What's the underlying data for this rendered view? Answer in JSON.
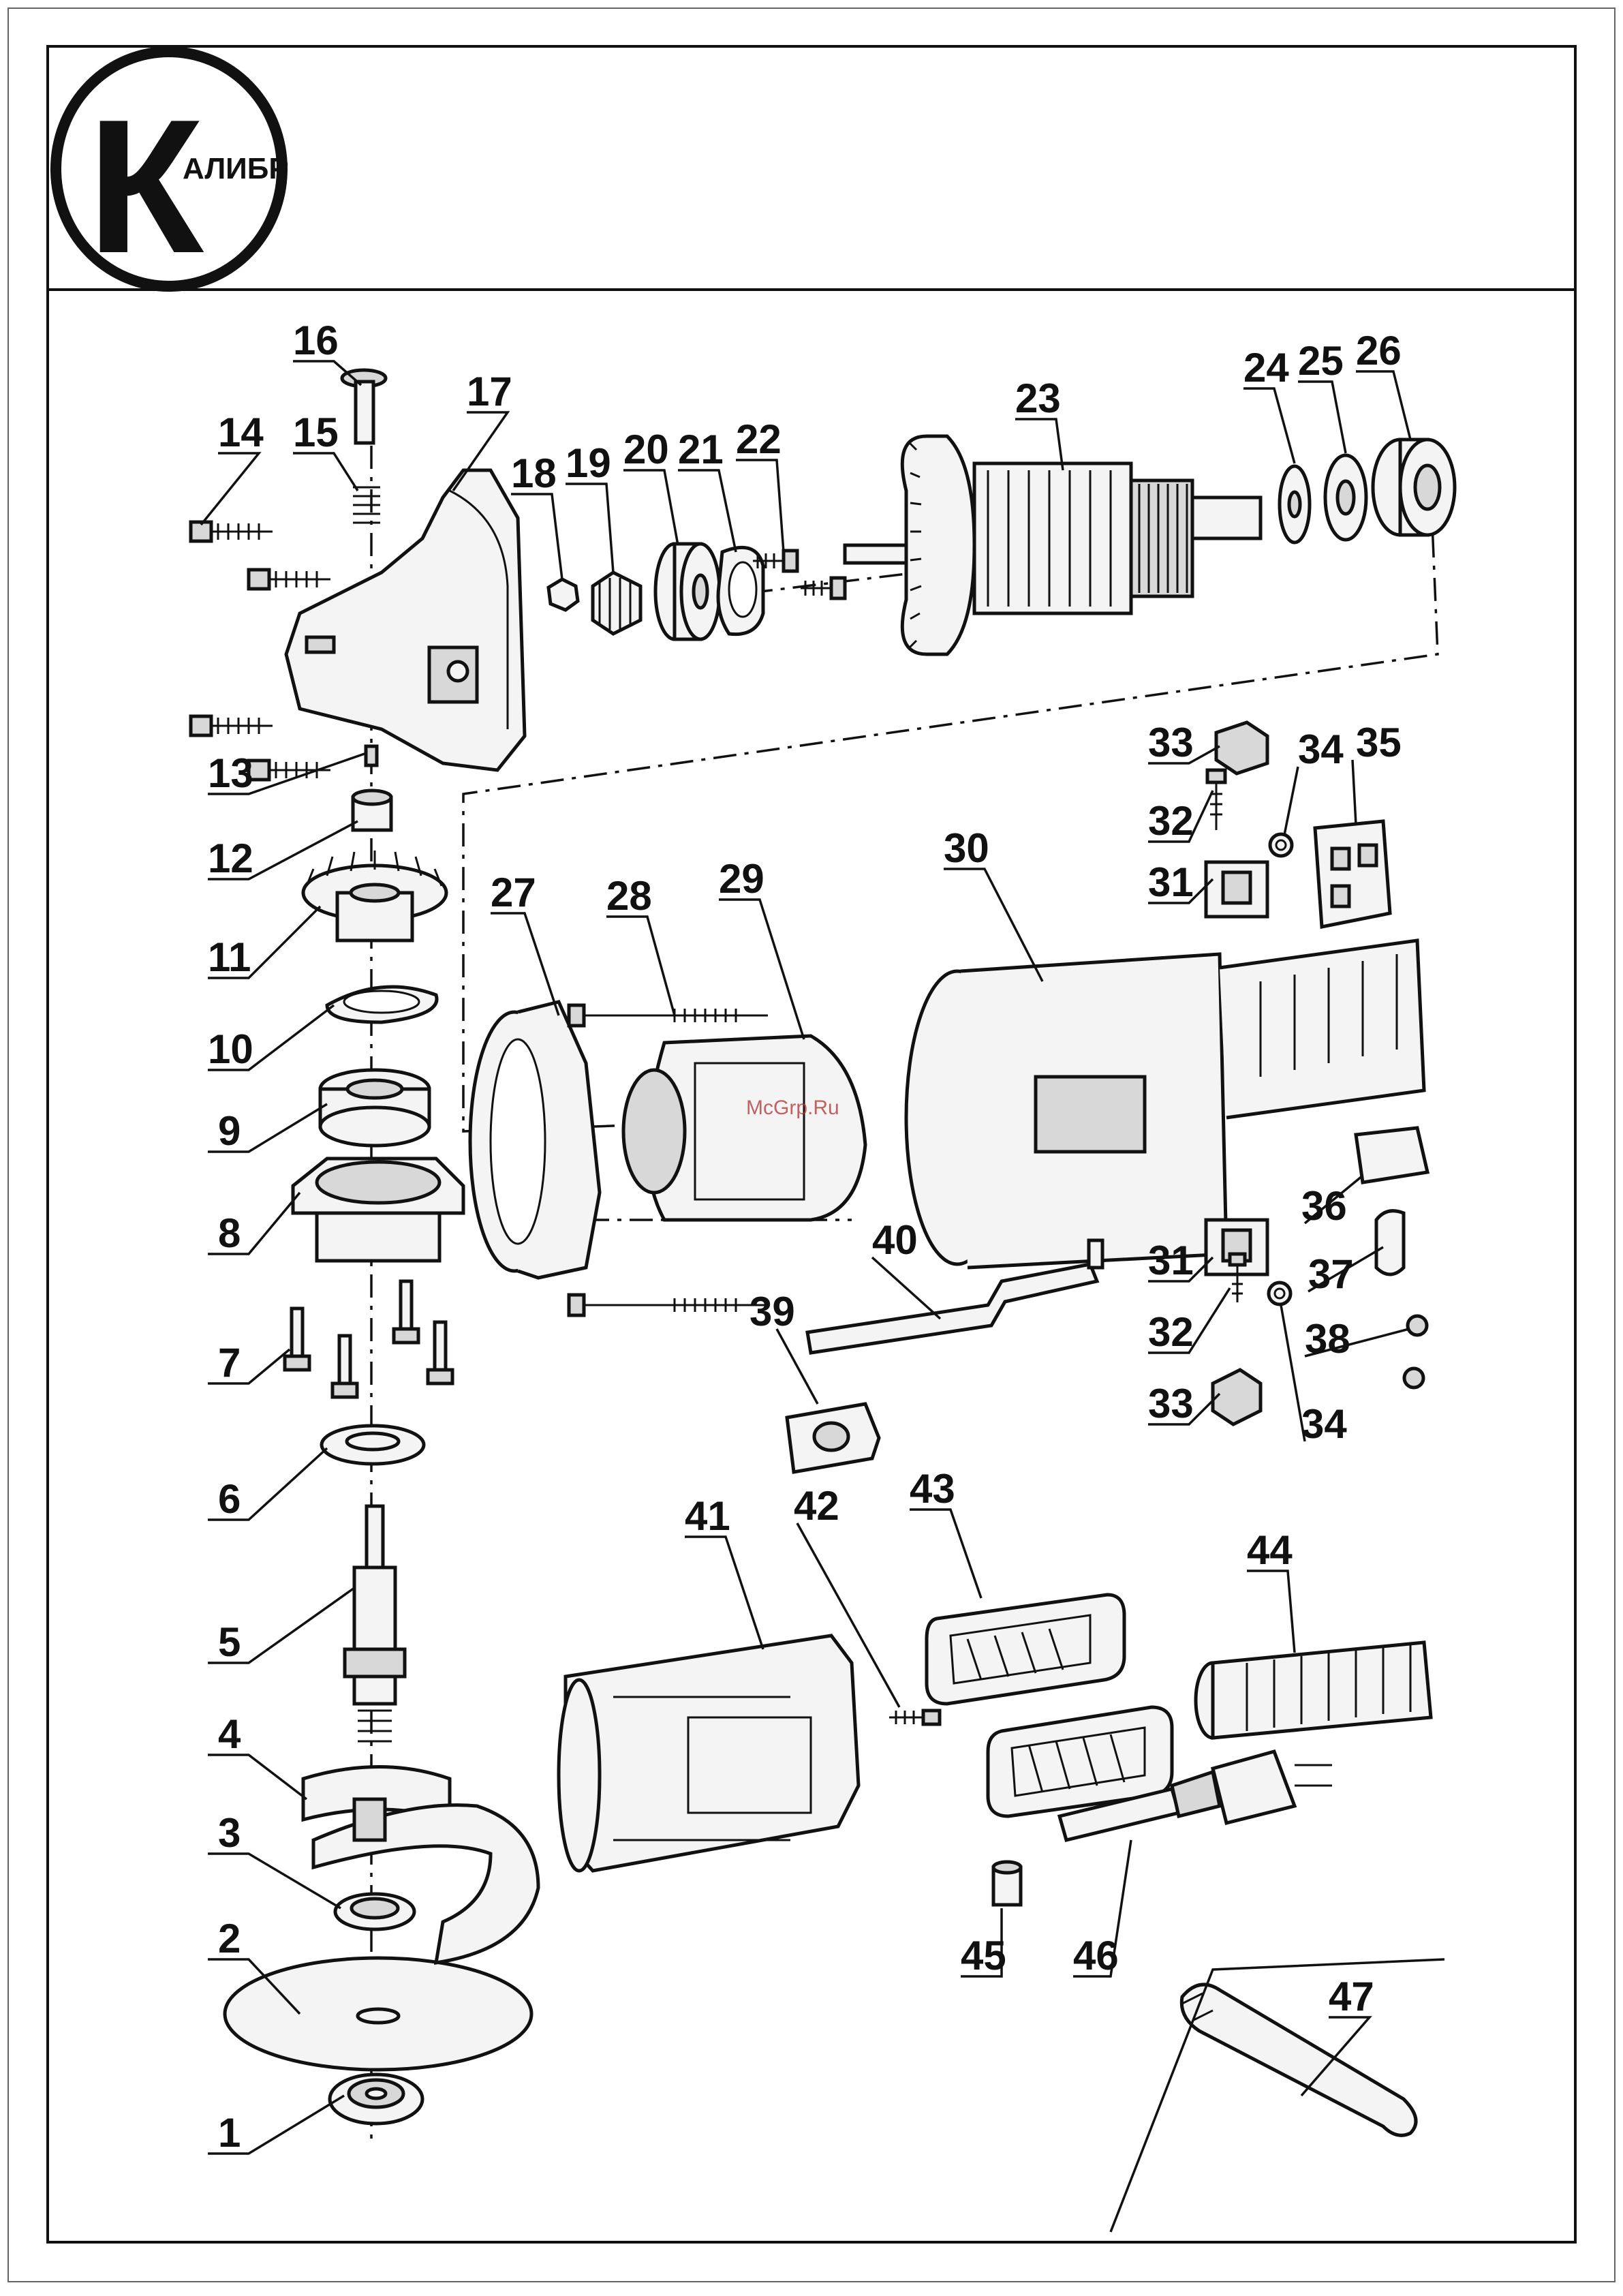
{
  "brand": {
    "logo_letter": "К",
    "logo_text": "АЛИБР"
  },
  "watermark": "McGrp.Ru",
  "parts": [
    {
      "id": "p1",
      "label": "1"
    },
    {
      "id": "p2",
      "label": "2"
    },
    {
      "id": "p3",
      "label": "3"
    },
    {
      "id": "p4",
      "label": "4"
    },
    {
      "id": "p5",
      "label": "5"
    },
    {
      "id": "p6",
      "label": "6"
    },
    {
      "id": "p7",
      "label": "7"
    },
    {
      "id": "p8",
      "label": "8"
    },
    {
      "id": "p9",
      "label": "9"
    },
    {
      "id": "p10",
      "label": "10"
    },
    {
      "id": "p11",
      "label": "11"
    },
    {
      "id": "p12",
      "label": "12"
    },
    {
      "id": "p13",
      "label": "13"
    },
    {
      "id": "p14",
      "label": "14"
    },
    {
      "id": "p15",
      "label": "15"
    },
    {
      "id": "p16",
      "label": "16"
    },
    {
      "id": "p17",
      "label": "17"
    },
    {
      "id": "p18",
      "label": "18"
    },
    {
      "id": "p19",
      "label": "19"
    },
    {
      "id": "p20",
      "label": "20"
    },
    {
      "id": "p21",
      "label": "21"
    },
    {
      "id": "p22",
      "label": "22"
    },
    {
      "id": "p23",
      "label": "23"
    },
    {
      "id": "p24",
      "label": "24"
    },
    {
      "id": "p25",
      "label": "25"
    },
    {
      "id": "p26",
      "label": "26"
    },
    {
      "id": "p27",
      "label": "27"
    },
    {
      "id": "p28",
      "label": "28"
    },
    {
      "id": "p29",
      "label": "29"
    },
    {
      "id": "p30",
      "label": "30"
    },
    {
      "id": "p31a",
      "label": "31"
    },
    {
      "id": "p32a",
      "label": "32"
    },
    {
      "id": "p33a",
      "label": "33"
    },
    {
      "id": "p34a",
      "label": "34"
    },
    {
      "id": "p35",
      "label": "35"
    },
    {
      "id": "p36",
      "label": "36"
    },
    {
      "id": "p37",
      "label": "37"
    },
    {
      "id": "p38",
      "label": "38"
    },
    {
      "id": "p39",
      "label": "39"
    },
    {
      "id": "p40",
      "label": "40"
    },
    {
      "id": "p31b",
      "label": "31"
    },
    {
      "id": "p32b",
      "label": "32"
    },
    {
      "id": "p33b",
      "label": "33"
    },
    {
      "id": "p34b",
      "label": "34"
    },
    {
      "id": "p41",
      "label": "41"
    },
    {
      "id": "p42",
      "label": "42"
    },
    {
      "id": "p43",
      "label": "43"
    },
    {
      "id": "p44",
      "label": "44"
    },
    {
      "id": "p45",
      "label": "45"
    },
    {
      "id": "p46",
      "label": "46"
    },
    {
      "id": "p47",
      "label": "47"
    }
  ]
}
